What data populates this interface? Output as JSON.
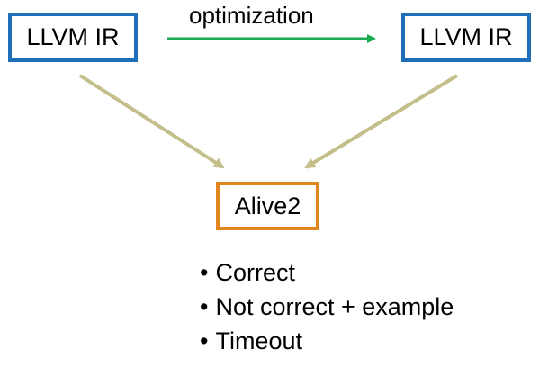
{
  "nodes": {
    "source": "LLVM IR",
    "target": "LLVM IR",
    "checker": "Alive2"
  },
  "edge_label": "optimization",
  "results": [
    "Correct",
    "Not correct + example",
    "Timeout"
  ],
  "colors": {
    "ir_border": "#1f6fb8",
    "checker_border": "#e0861c",
    "optimization_arrow": "#1aaa50",
    "input_arrows": "#c3be8a"
  }
}
